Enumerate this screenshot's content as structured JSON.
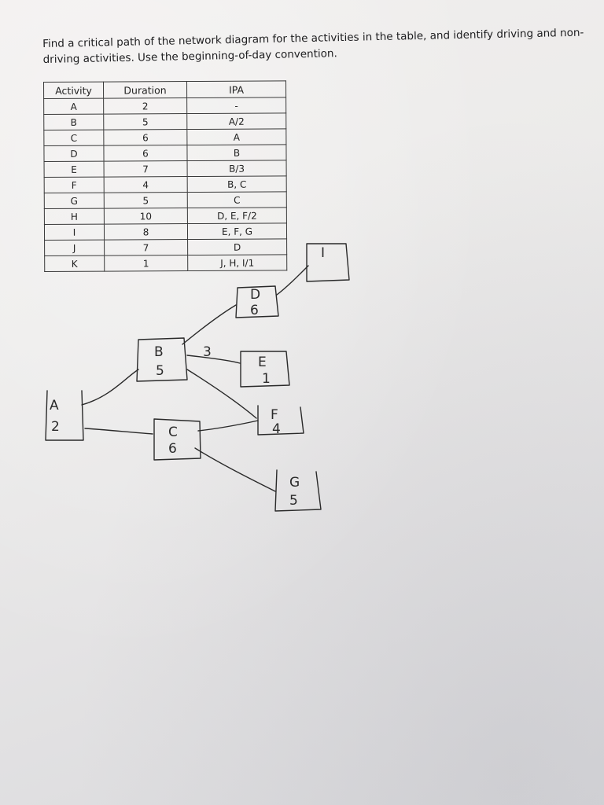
{
  "problem": {
    "text": "Find a critical path of the network diagram for the activities in the table, and identify driving and non-driving activities. Use the beginning-of-day convention."
  },
  "table": {
    "headers": [
      "Activity",
      "Duration",
      "IPA"
    ],
    "rows": [
      [
        "A",
        "2",
        "-"
      ],
      [
        "B",
        "5",
        "A/2"
      ],
      [
        "C",
        "6",
        "A"
      ],
      [
        "D",
        "6",
        "B"
      ],
      [
        "E",
        "7",
        "B/3"
      ],
      [
        "F",
        "4",
        "B, C"
      ],
      [
        "G",
        "5",
        "C"
      ],
      [
        "H",
        "10",
        "D, E, F/2"
      ],
      [
        "I",
        "8",
        "E, F, G"
      ],
      [
        "J",
        "7",
        "D"
      ],
      [
        "K",
        "1",
        "J, H, I/1"
      ]
    ]
  },
  "sketch": {
    "nodes": [
      {
        "letter": "A",
        "duration": "2"
      },
      {
        "letter": "B",
        "duration": "5"
      },
      {
        "letter": "C",
        "duration": "6"
      },
      {
        "letter": "D",
        "duration": "6"
      },
      {
        "letter": "E",
        "duration": "1"
      },
      {
        "letter": "F",
        "duration": "4"
      },
      {
        "letter": "G",
        "duration": "5"
      },
      {
        "letter": "I",
        "duration": ""
      }
    ],
    "lag_label": "3"
  }
}
